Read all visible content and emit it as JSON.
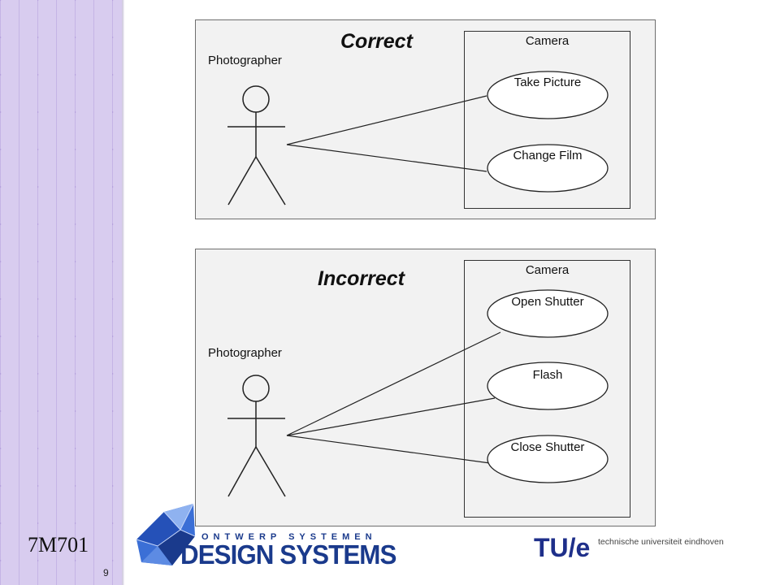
{
  "slide": {
    "course_code": "7M701",
    "page_number": "9",
    "logos": {
      "design_systems_sub": "ONTWERP SYSTEMEN",
      "design_systems_main": "DESIGN SYSTEMS",
      "tue_mark": "TU/e",
      "tue_name": "technische universiteit eindhoven"
    },
    "colors": {
      "sidebar": "#d8ccef",
      "brand_blue": "#1a3a8c",
      "panel_bg": "#f2f2f2"
    }
  },
  "diagrams": {
    "correct": {
      "title": "Correct",
      "actor": "Photographer",
      "system": "Camera",
      "use_cases": [
        "Take Picture",
        "Change Film"
      ]
    },
    "incorrect": {
      "title": "Incorrect",
      "actor": "Photographer",
      "system": "Camera",
      "use_cases": [
        "Open Shutter",
        "Flash",
        "Close Shutter"
      ]
    }
  }
}
